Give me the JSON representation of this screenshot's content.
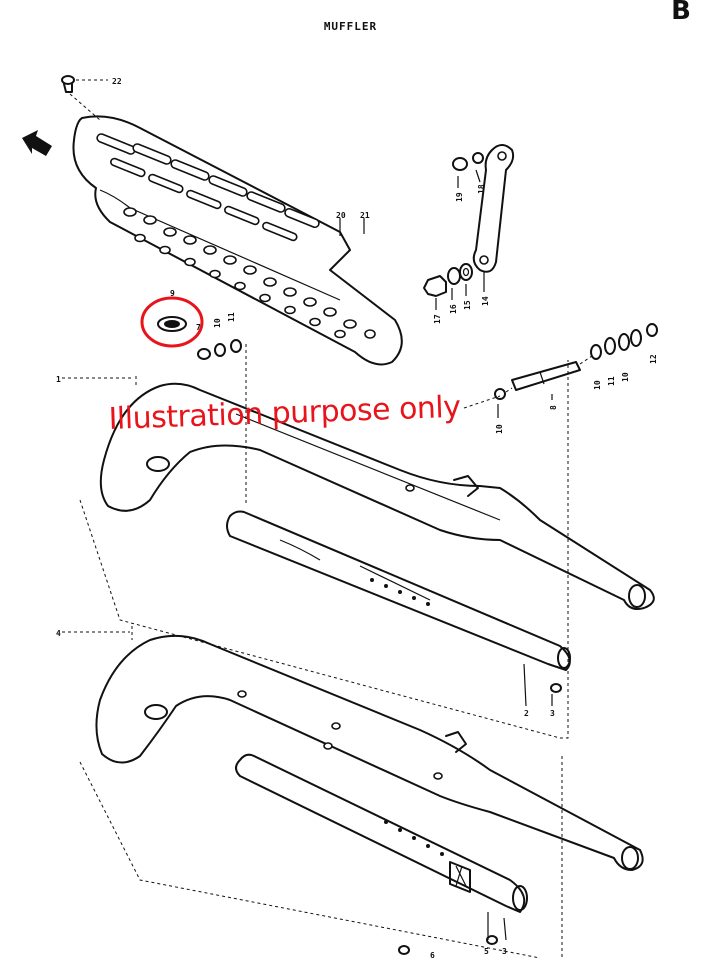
{
  "title": "MUFFLER",
  "corner_mark": "B",
  "watermark": "Illustration purpose only",
  "highlight_color": "#e8141b",
  "callouts": {
    "c22": "22",
    "c20": "20",
    "c21": "21",
    "c19": "19",
    "c18": "18",
    "c17": "17",
    "c16": "16",
    "c15": "15",
    "c14": "14",
    "c9top": "9",
    "c7": "7",
    "c10a": "10",
    "c11a": "11",
    "c10b": "10",
    "c11b": "11",
    "c10c": "10",
    "c12": "12",
    "c8": "8",
    "c10d": "10",
    "c1": "1",
    "c4": "4",
    "c2": "2",
    "c3a": "3",
    "c5": "5",
    "c3b": "3",
    "c6": "6"
  }
}
